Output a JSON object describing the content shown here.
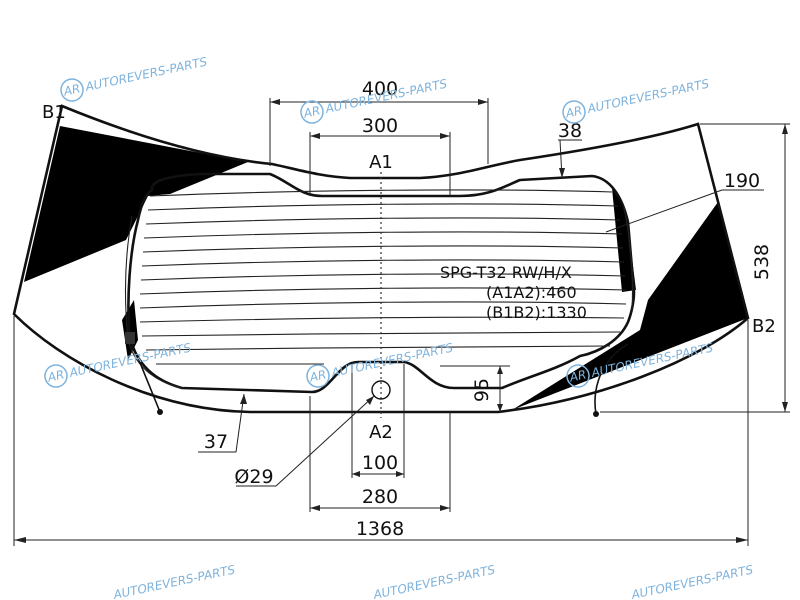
{
  "labels": {
    "b1": "B1",
    "b2": "B2",
    "a1": "A1",
    "a2": "A2"
  },
  "dimensions": {
    "top_outer": "400",
    "top_inner": "300",
    "top_offset": "38",
    "side_offset": "190",
    "height": "538",
    "bottom_depth": "95",
    "bottom_offset": "37",
    "notch_small": "100",
    "notch_large": "280",
    "overall_width": "1368",
    "hole_diameter": "Ø29"
  },
  "spec": {
    "code": "SPG-T32 RW/H/X",
    "a1a2": "(A1A2):460",
    "b1b2": "(B1B2):1330"
  },
  "watermark": {
    "logo": "AR",
    "text": "AUTOREVERS-PARTS"
  },
  "colors": {
    "ink": "#111111",
    "watermark": "#7fb3dc"
  }
}
